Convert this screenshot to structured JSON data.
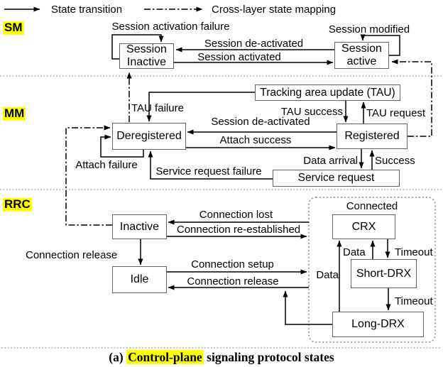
{
  "legend": {
    "state_transition": "State transition",
    "cross_layer": "Cross-layer state mapping"
  },
  "layers": {
    "sm": "SM",
    "mm": "MM",
    "rrc": "RRC"
  },
  "sm": {
    "session_inactive": "Session Inactive",
    "session_active": "Session active",
    "activation_failure": "Session activation failure",
    "modified": "Session modified",
    "deactivated": "Session de-activated",
    "activated": "Session activated"
  },
  "mm": {
    "tau": "Tracking area update (TAU)",
    "deregistered": "Deregistered",
    "registered": "Registered",
    "service_request": "Service request",
    "tau_failure": "TAU failure",
    "tau_success": "TAU success",
    "tau_request": "TAU request",
    "session_deactivated": "Session de-activated",
    "attach_success": "Attach success",
    "attach_failure": "Attach failure",
    "service_request_failure": "Service request failure",
    "data_arrival": "Data arrival",
    "success": "Success"
  },
  "rrc": {
    "inactive": "Inactive",
    "idle": "Idle",
    "connected": "Connected",
    "crx": "CRX",
    "short_drx": "Short-DRX",
    "long_drx": "Long-DRX",
    "connection_lost": "Connection lost",
    "connection_reestablished": "Connection re-established",
    "connection_release": "Connection release",
    "connection_setup": "Connection setup",
    "connection_release2": "Connection release",
    "data_long": "Data",
    "data_short": "Data",
    "timeout_short": "Timeout",
    "timeout_long": "Timeout"
  },
  "caption": {
    "prefix": "(a)",
    "highlight": "Control-plane",
    "suffix": "signaling protocol states"
  },
  "colors": {
    "highlight": "#ffff00",
    "line": "#000000",
    "box_border": "#636363"
  }
}
